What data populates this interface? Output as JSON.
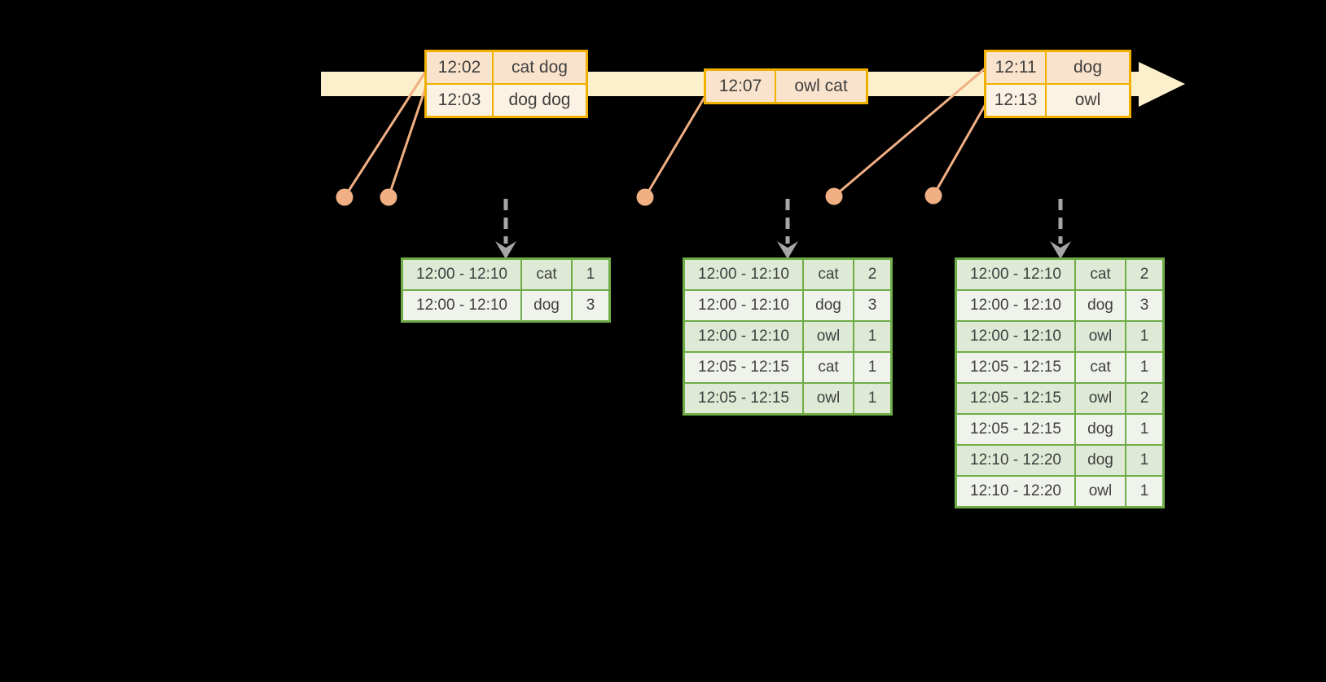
{
  "palette": {
    "background": "#000000",
    "timeline_fill": "#FBF0CB",
    "event_table_border": "#F0B000",
    "event_row_dark": "#FAE3CD",
    "event_row_light": "#FCF2E3",
    "connector_salmon": "#F1AF84",
    "result_table_border": "#6FAC47",
    "result_row_dark": "#DEEAD6",
    "result_row_light": "#EFF3EC",
    "trigger_arrow_gray": "#A6A6A6",
    "text": "#3F3F3F"
  },
  "event_tables": [
    {
      "rows": [
        [
          "12:02",
          "cat dog"
        ],
        [
          "12:03",
          "dog dog"
        ]
      ]
    },
    {
      "rows": [
        [
          "12:07",
          "owl cat"
        ]
      ]
    },
    {
      "rows": [
        [
          "12:11",
          "dog"
        ],
        [
          "12:13",
          "owl"
        ]
      ]
    }
  ],
  "result_tables": [
    {
      "rows": [
        [
          "12:00 - 12:10",
          "cat",
          "1"
        ],
        [
          "12:00 - 12:10",
          "dog",
          "3"
        ]
      ]
    },
    {
      "rows": [
        [
          "12:00 - 12:10",
          "cat",
          "2"
        ],
        [
          "12:00 - 12:10",
          "dog",
          "3"
        ],
        [
          "12:00 - 12:10",
          "owl",
          "1"
        ],
        [
          "12:05 - 12:15",
          "cat",
          "1"
        ],
        [
          "12:05 - 12:15",
          "owl",
          "1"
        ]
      ]
    },
    {
      "rows": [
        [
          "12:00 - 12:10",
          "cat",
          "2"
        ],
        [
          "12:00 - 12:10",
          "dog",
          "3"
        ],
        [
          "12:00 - 12:10",
          "owl",
          "1"
        ],
        [
          "12:05 - 12:15",
          "cat",
          "1"
        ],
        [
          "12:05 - 12:15",
          "owl",
          "2"
        ],
        [
          "12:05 - 12:15",
          "dog",
          "1"
        ],
        [
          "12:10 - 12:20",
          "dog",
          "1"
        ],
        [
          "12:10 - 12:20",
          "owl",
          "1"
        ]
      ]
    }
  ]
}
